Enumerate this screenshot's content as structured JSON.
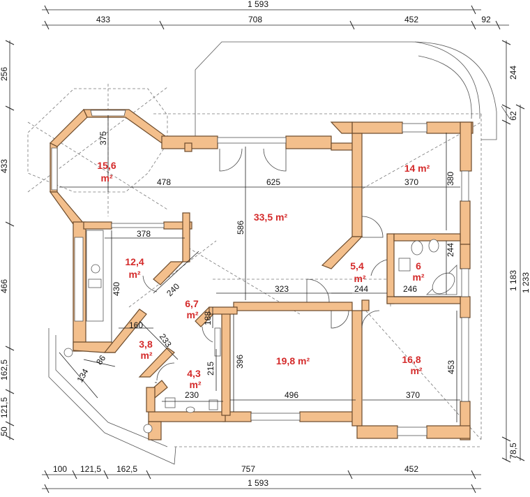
{
  "plan": {
    "overall": {
      "top": "1 593",
      "bottom": "1 593"
    },
    "top_segments": [
      "433",
      "708",
      "452",
      "92"
    ],
    "bottom_segments": [
      "100",
      "121,5",
      "162,5",
      "757",
      "452"
    ],
    "left_segments": [
      "256",
      "433",
      "466",
      "162,5",
      "121,5",
      "50"
    ],
    "right_segments": [
      "244",
      "62",
      "1 183",
      "78,5"
    ],
    "right_overall": "1 233",
    "rooms": {
      "r156": {
        "area": "15,6",
        "unit": "m²"
      },
      "r335": {
        "area": "33,5",
        "unit": "m²"
      },
      "r14": {
        "area": "14",
        "unit": "m²"
      },
      "r124": {
        "area": "12,4",
        "unit": "m²"
      },
      "r54": {
        "area": "5,4",
        "unit": "m²"
      },
      "r6": {
        "area": "6",
        "unit": "m²"
      },
      "r67": {
        "area": "6,7",
        "unit": "m²"
      },
      "r38": {
        "area": "3,8",
        "unit": "m²"
      },
      "r43": {
        "area": "4,3",
        "unit": "m²"
      },
      "r198": {
        "area": "19,8",
        "unit": "m²"
      },
      "r168": {
        "area": "16,8",
        "unit": "m²"
      }
    },
    "inner": {
      "d375": "375",
      "d478": "478",
      "d625": "625",
      "d370a": "370",
      "d380": "380",
      "d586": "586",
      "d378": "378",
      "d430": "430",
      "d240": "240",
      "d244a": "244",
      "d244b": "244",
      "d246": "246",
      "d323": "323",
      "d188": "188",
      "d160": "160",
      "d233": "233",
      "d215": "215",
      "d396": "396",
      "d496": "496",
      "d370b": "370",
      "d453": "453",
      "d230": "230",
      "d134": "134",
      "d86": "86"
    }
  }
}
